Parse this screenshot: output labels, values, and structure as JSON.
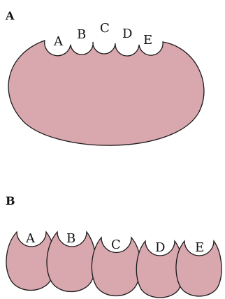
{
  "panel_a": {
    "label": "A",
    "site_labels": [
      "A",
      "B",
      "C",
      "D",
      "E"
    ]
  },
  "panel_b": {
    "label": "B",
    "unit_labels": [
      "A",
      "B",
      "C",
      "D",
      "E"
    ]
  },
  "colors": {
    "fill": "#d9a7ae",
    "stroke": "#1a1a1a",
    "background": "#ffffff",
    "text": "#111111"
  }
}
